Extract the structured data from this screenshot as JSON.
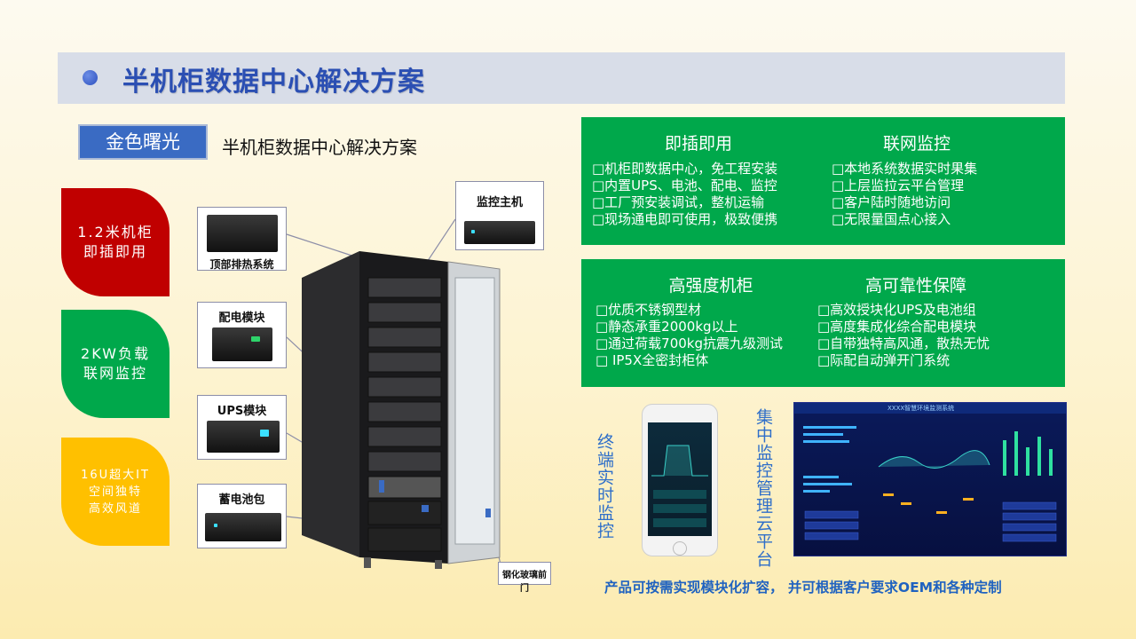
{
  "header": {
    "title": "半机柜数据中心解决方案"
  },
  "brand": {
    "label": "金色曙光",
    "subtitle": "半机柜数据中心解决方案"
  },
  "badges": [
    {
      "lines": [
        "1.2米机柜",
        "即插即用"
      ],
      "color": "#c00000"
    },
    {
      "lines": [
        "2KW负载",
        "联网监控"
      ],
      "color": "#00a84b"
    },
    {
      "lines": [
        "16U超大IT",
        "空间独特",
        "高效风道"
      ],
      "color": "#ffc000"
    }
  ],
  "components": {
    "cooling": "顶部排热系统",
    "monitor_host": "监控主机",
    "pdu": "配电模块",
    "ups": "UPS模块",
    "battery": "蓄电池包",
    "glass_door": "钢化玻璃前门"
  },
  "panels": [
    {
      "left": {
        "title": "即插即用",
        "items": [
          "□机柜即数据中心，免工程安装",
          "□内置UPS、电池、配电、监控",
          "□工厂预安装调试，整机运输",
          "□现场通电即可使用，极致便携"
        ]
      },
      "right": {
        "title": "联网监控",
        "items": [
          "□本地系统数据实时果集",
          "□上层监拉云平台管理",
          "□客户陆时随地访问",
          "□无限量国点心接入"
        ]
      }
    },
    {
      "left": {
        "title": "高强度机柜",
        "items": [
          "□优质不锈钢型材",
          "□静态承重2000kg以上",
          "□通过荷载700kg抗震九级测试",
          "□ IP5X全密封柜体"
        ]
      },
      "right": {
        "title": "高可靠性保障",
        "items": [
          "□高效授块化UPS及电池组",
          "□高度集成化综合配电模块",
          "□自带独特高风通，散热无忧",
          "□际配自动弹开门系统"
        ]
      }
    }
  ],
  "mobile_caption": "终端实时监控",
  "platform_caption": "集中监控管理云平台",
  "dashboard_title": "XXXX智慧环境监测系统",
  "footer": "产品可按需实现模块化扩容， 并可根据客户要求OEM和各种定制",
  "colors": {
    "title": "#2b4fb3",
    "green": "#00a84b",
    "red": "#c00000",
    "yellow": "#ffc000",
    "brand": "#3a6bc3"
  }
}
